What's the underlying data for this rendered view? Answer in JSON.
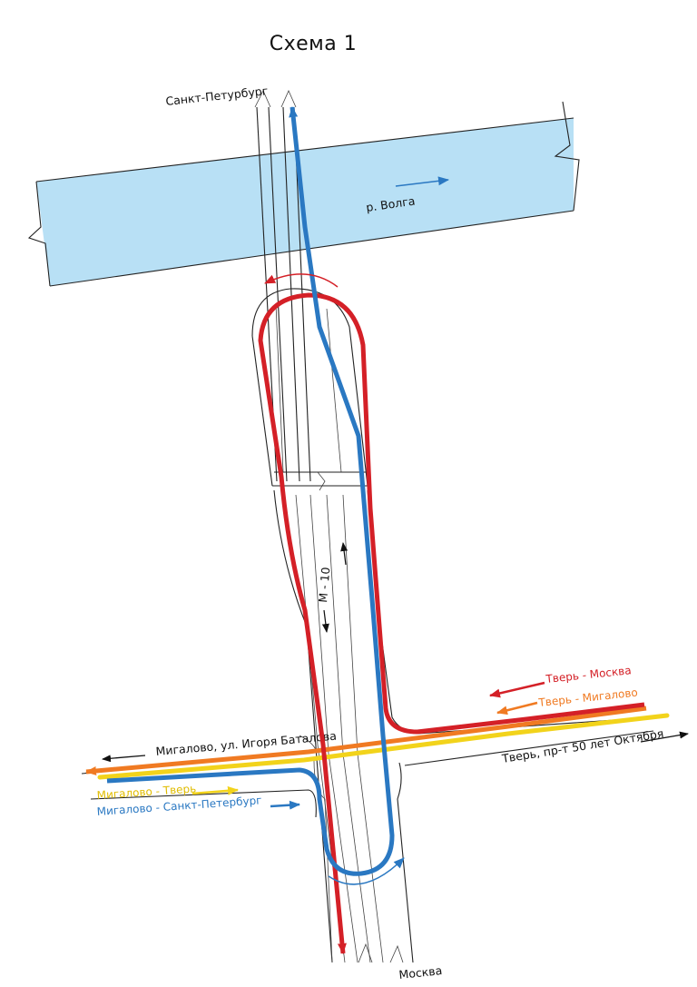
{
  "title": "Схема 1",
  "labels": {
    "north": "Санкт-Петурбург",
    "south": "Москва",
    "river": "р. Волга",
    "highway": "М - 10",
    "west_road": "Мигалово, ул. Игоря Баталова",
    "east_road": "Тверь, пр-т 50 лет Октября"
  },
  "legend": [
    {
      "text": "Тверь - Москва",
      "color": "#d42027"
    },
    {
      "text": "Тверь - Мигалово",
      "color": "#f07a22"
    },
    {
      "text": "Мигалово - Тверь",
      "color": "#f2d31b"
    },
    {
      "text": "Мигалово - Санкт-Петербург",
      "color": "#2a78c2"
    }
  ],
  "colors": {
    "river": "#b8e0f5",
    "red": "#d42027",
    "orange": "#f07a22",
    "yellow": "#f2d31b",
    "blue": "#2a78c2"
  }
}
